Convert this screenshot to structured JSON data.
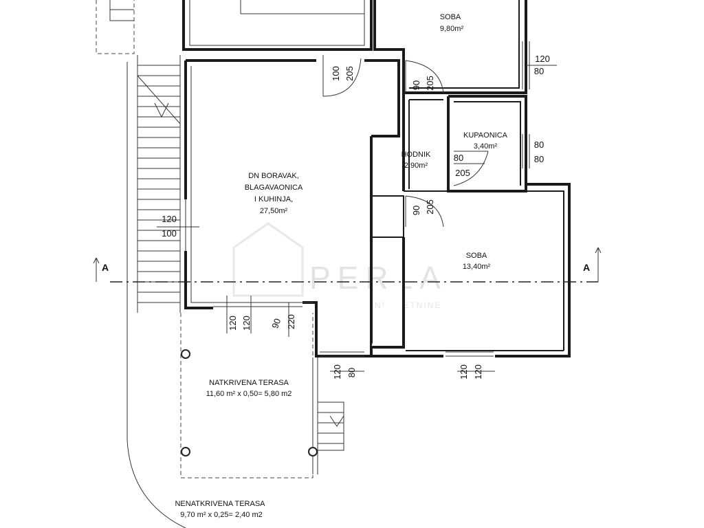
{
  "rooms": {
    "soba_top": {
      "name": "SOBA",
      "area": "9,80m²"
    },
    "boravak": {
      "line1": "DN BORAVAK,",
      "line2": "BLAGAVAONICA",
      "line3": "I KUHINJA,",
      "area": "27,50m²"
    },
    "hodnik": {
      "name": "HODNIK",
      "area": "2,90m²"
    },
    "kupaonica": {
      "name": "KUPAONICA",
      "area": "3,40m²"
    },
    "soba_main": {
      "name": "SOBA",
      "area": "13,40m²"
    },
    "natkrivena": {
      "name": "NATKRIVENA TERASA",
      "calc": "11,60 m² x 0,50= 5,80 m2"
    },
    "nenatkrivena": {
      "name": "NENATKRIVENA TERASA",
      "calc": "9,70 m² x 0,25= 2,40 m2"
    }
  },
  "dimensions": {
    "d_120a": "120",
    "d_80a": "80",
    "d_100a": "100",
    "d_205a": "205",
    "d_90a": "90",
    "d_205b": "205",
    "d_80b": "80",
    "d_80c": "80",
    "d_80d": "80",
    "d_205c": "205",
    "d_90b": "90",
    "d_205d": "205",
    "d_120b": "120",
    "d_100b": "100",
    "d_120c": "120",
    "d_120d": "120",
    "d_90c": "90",
    "d_220": "220",
    "d_120e": "120",
    "d_80e": "80",
    "d_120f": "120",
    "d_120g": "120"
  },
  "section_markers": {
    "left": "A",
    "right": "A"
  },
  "watermark": {
    "brand": "PERLA",
    "tagline": "NEKRETNINE"
  }
}
